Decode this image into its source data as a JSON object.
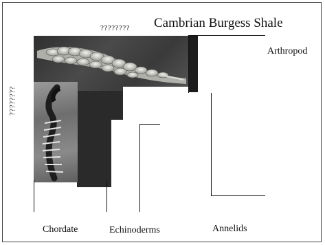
{
  "title": "Cambrian Burgess Shale",
  "unknown_top": "????????",
  "unknown_side": "????????",
  "labels": {
    "arthropod": "Arthropod",
    "chordate": "Chordate",
    "echinoderms": "Echinoderms",
    "annelids": "Annelids"
  },
  "images": {
    "top_fossil": "fossil-photo-arthropod",
    "left_fossil": "fossil-photo-chordate"
  },
  "colors": {
    "ink": "#111111",
    "rock_dark": "#2a2a2a",
    "rock_mid": "#7a7a7a"
  }
}
